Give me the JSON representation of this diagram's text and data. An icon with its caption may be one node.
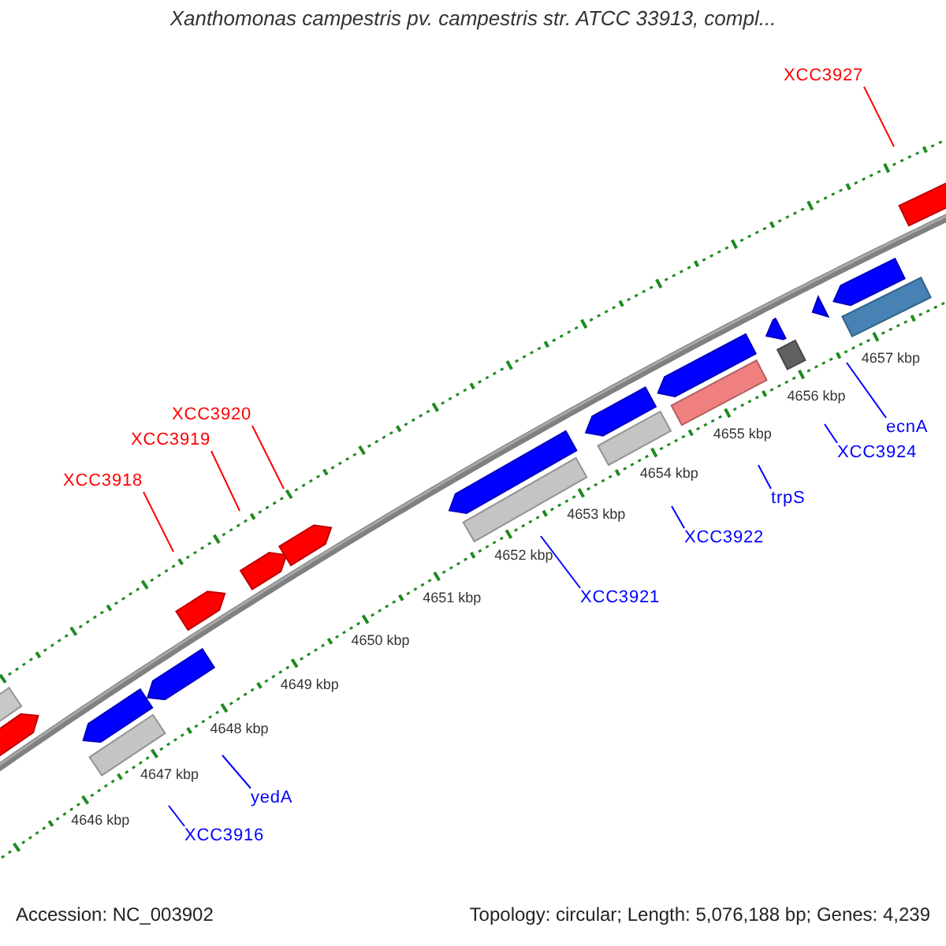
{
  "diagram": {
    "title": "Xanthomonas campestris pv. campestris str. ATCC 33913, compl...",
    "nodes": [
      {
        "text": [
          "XCC3927"
        ]
      },
      {
        "text": [
          "XCC3920"
        ]
      },
      {
        "text": [
          "XCC3919"
        ]
      },
      {
        "text": [
          "XCC3918"
        ]
      },
      {
        "text": [
          "ecnA"
        ]
      },
      {
        "text": [
          "XCC3924"
        ]
      },
      {
        "text": [
          "trpS"
        ]
      },
      {
        "text": [
          "XCC3922"
        ]
      },
      {
        "text": [
          "XCC3921"
        ]
      },
      {
        "text": [
          "yedA"
        ]
      },
      {
        "text": [
          "XCC3916"
        ]
      }
    ],
    "edges": [
      {
        "from": 0,
        "to": null,
        "arrow": "none",
        "color": "#ff0000"
      },
      {
        "from": 1,
        "to": null,
        "arrow": "none",
        "color": "#ff0000"
      },
      {
        "from": 2,
        "to": null,
        "arrow": "none",
        "color": "#ff0000"
      },
      {
        "from": 3,
        "to": null,
        "arrow": "none",
        "color": "#ff0000"
      },
      {
        "from": 4,
        "to": null,
        "arrow": "none"
      },
      {
        "from": 5,
        "to": null,
        "arrow": "none"
      },
      {
        "from": 6,
        "to": null,
        "arrow": "none"
      },
      {
        "from": 7,
        "to": null,
        "arrow": "none"
      },
      {
        "from": 8,
        "to": null,
        "arrow": "none"
      },
      {
        "from": 9,
        "to": null,
        "arrow": "none"
      },
      {
        "from": 10,
        "to": null,
        "arrow": "none"
      }
    ],
    "labels": [
      "4657 kbp",
      "4656 kbp",
      "4655 kbp",
      "4654 kbp",
      "4653 kbp",
      "4652 kbp",
      "4651 kbp",
      "4650 kbp",
      "4649 kbp",
      "4648 kbp",
      "4647 kbp",
      "4646 kbp",
      "Accession: NC_003902",
      "Topology: circular; Length: 5,076,188 bp; Genes: 4,239"
    ]
  }
}
